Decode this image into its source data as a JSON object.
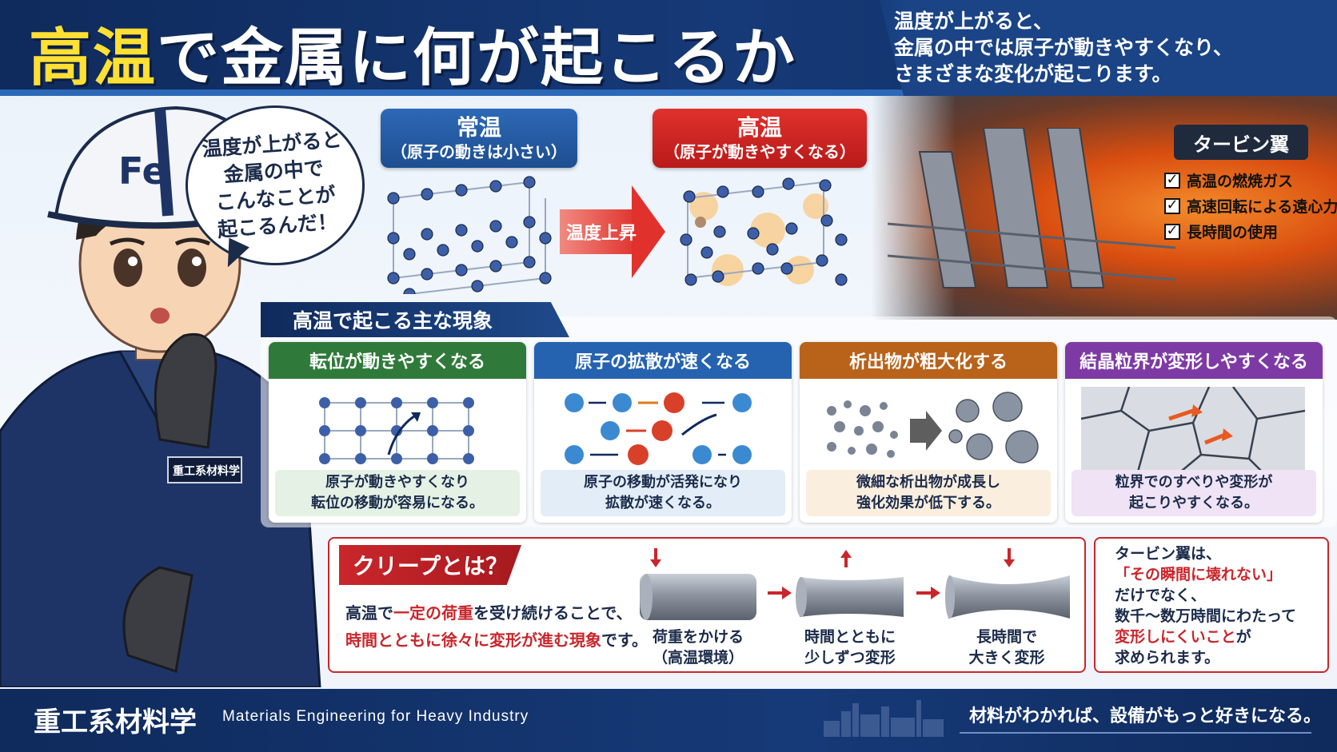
{
  "header": {
    "title_accent": "高温",
    "title_rest": "で金属に何が起こるか",
    "intro_lines": [
      "温度が上がると、",
      "金属の中では原子が動きやすくなり、",
      "さまざまな変化が起こります。"
    ]
  },
  "character": {
    "helmet_label": "Fe",
    "badge": "重工系材料学",
    "speech": "温度が上がると\n金属の中で\nこんなことが\n起こるんだ！"
  },
  "states": {
    "room": {
      "title": "常温",
      "subtitle": "（原子の動きは小さい）"
    },
    "hot": {
      "title": "高温",
      "subtitle": "（原子が動きやすくなる）"
    },
    "arrow_label": "温度上昇"
  },
  "turbine": {
    "tag": "タービン翼",
    "conditions": [
      "高温の燃焼ガス",
      "高速回転による遠心力",
      "長時間の使用"
    ]
  },
  "phenomena": {
    "heading": "高温で起こる主な現象",
    "cards": [
      {
        "title": "転位が動きやすくなる",
        "desc": "原子が動きやすくなり\n転位の移動が容易になる。"
      },
      {
        "title": "原子の拡散が速くなる",
        "desc": "原子の移動が活発になり\n拡散が速くなる。"
      },
      {
        "title": "析出物が粗大化する",
        "desc": "微細な析出物が成長し\n強化効果が低下する。"
      },
      {
        "title": "結晶粒界が変形しやすくなる",
        "desc": "粒界でのすべりや変形が\n起こりやすくなる。"
      }
    ]
  },
  "creep": {
    "title": "クリープとは？",
    "def_line1_a": "高温で",
    "def_line1_red": "一定の荷重",
    "def_line1_b": "を受け続けることで、",
    "def_line2_red": "時間とともに徐々に変形が進む現象",
    "def_line2_b": "です。",
    "stages": [
      "荷重をかける\n（高温環境）",
      "時間とともに\n少しずつ変形",
      "長時間で\n大きく変形"
    ]
  },
  "turbine_note": {
    "line1": "タービン翼は、",
    "line2_red": "「その瞬間に壊れない」",
    "line3": "だけでなく、",
    "line4": "数千〜数万時間にわたって",
    "line5_red": "変形しにくいこと",
    "line5_b": "が",
    "line6": "求められます。"
  },
  "footer": {
    "brand": "重工系材料学",
    "english": "Materials Engineering for Heavy Industry",
    "slogan": "材料がわかれば、設備がもっと好きになる。"
  },
  "colors": {
    "navy": "#0f2a5c",
    "room_blue": "#2563b0",
    "hot_red": "#e0312c",
    "accent_yellow": "#ffe033"
  }
}
